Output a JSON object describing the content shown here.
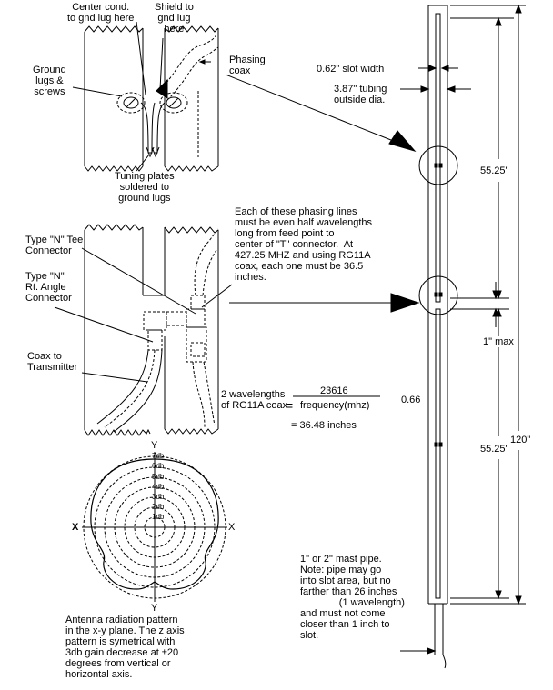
{
  "top_detail": {
    "center_cond": "Center cond.\nto gnd lug here",
    "shield": "Shield to\ngnd lug\nhere",
    "phasing_coax": "Phasing\ncoax",
    "ground_lugs": "Ground\nlugs &\nscrews",
    "tuning_plates": "Tuning plates\nsoldered to\nground lugs"
  },
  "mid_detail": {
    "tee": "Type \"N\" Tee\nConnector",
    "angle": "Type \"N\"\nRt. Angle\nConnector",
    "coax_tx": "Coax to\nTransmitter",
    "note": "Each of these phasing lines\nmust be even half wavelengths\nlong from feed point to\ncenter of \"T\" connector.  At\n427.25 MHZ and using RG11A\ncoax, each one must be 36.5\ninches."
  },
  "formula": {
    "lhs": "2 wavelengths\nof RG11A coax",
    "numerator": "23616",
    "denominator": "frequency(mhz)",
    "factor": "0.66",
    "result": "= 36.48 inches"
  },
  "antenna": {
    "slot_width": "0.62\" slot width",
    "tubing": "3.87\" tubing\noutside dia.",
    "dim_upper": "55.25\"",
    "dim_lower": "55.25\"",
    "gap": "1\" max",
    "total": "120\"",
    "mast_note": "1\" or 2\" mast pipe.\nNote: pipe may go\ninto slot area, but no\nfarther than 26 inches\n              (1 wavelength)\nand must not come\ncloser than 1 inch to\nslot."
  },
  "pattern": {
    "x_left": "X",
    "x_right": "X",
    "y_top": "Y",
    "y_bottom": "Y",
    "rings": [
      "7db",
      "6db",
      "5db",
      "4db",
      "3db",
      "2db",
      "1db"
    ],
    "caption": "Antenna radiation pattern\nin the x-y plane. The z axis\npattern is symetrical with\n3db gain decrease at ±20\ndegrees from vertical or\nhorizontal axis."
  }
}
